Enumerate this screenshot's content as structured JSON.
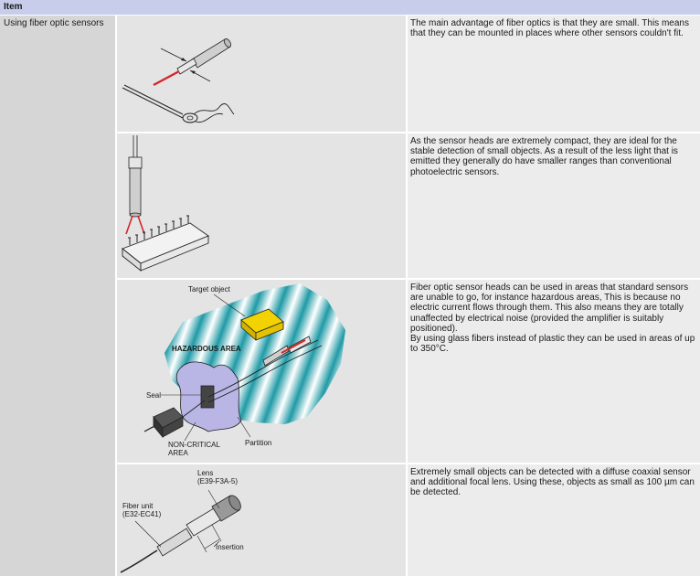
{
  "header": {
    "title": "Item"
  },
  "item": {
    "label": "Using fiber optic sensors"
  },
  "rows": [
    {
      "text": "The main advantage of fiber optics is that they are small. This means that they can be mounted in places where other sensors couldn't fit."
    },
    {
      "text": "As the sensor heads are extremely compact, they are ideal for the stable detection of small objects. As a result of the less light that is emitted they generally do have smaller ranges than conventional photoelectric sensors."
    },
    {
      "text": "Fiber optic sensor heads can be used in areas that standard sensors are unable to go, for instance hazardous areas, This is because no electric current flows through them. This also means they are totally unaffected by electrical noise (provided the amplifier is suitably positioned).\nBy using glass fibers instead of plastic they can be used in areas of up to 350°C."
    },
    {
      "text": "Extremely small objects can be detected with a diffuse coaxial sensor and additional focal lens. Using these, objects as small as 100 µm can be detected."
    }
  ],
  "figure3": {
    "target_object": "Target object",
    "hazardous_area": "HAZARDOUS AREA",
    "seal": "Seal",
    "non_critical_1": "NON-CRITICAL",
    "non_critical_2": "AREA",
    "partition": "Partition"
  },
  "figure4": {
    "lens_1": "Lens",
    "lens_2": "(E39-F3A-5)",
    "fiber_1": "Fiber unit",
    "fiber_2": "(E32-EC41)",
    "insertion": "Insertion"
  },
  "colors": {
    "header_bg": "#c7cdea",
    "item_bg": "#d6d6d6",
    "beam": "#d2262a",
    "hazard_teal": "#1f9aa6",
    "target_yellow": "#f2d200",
    "partition_lilac": "#b9b6e6"
  }
}
